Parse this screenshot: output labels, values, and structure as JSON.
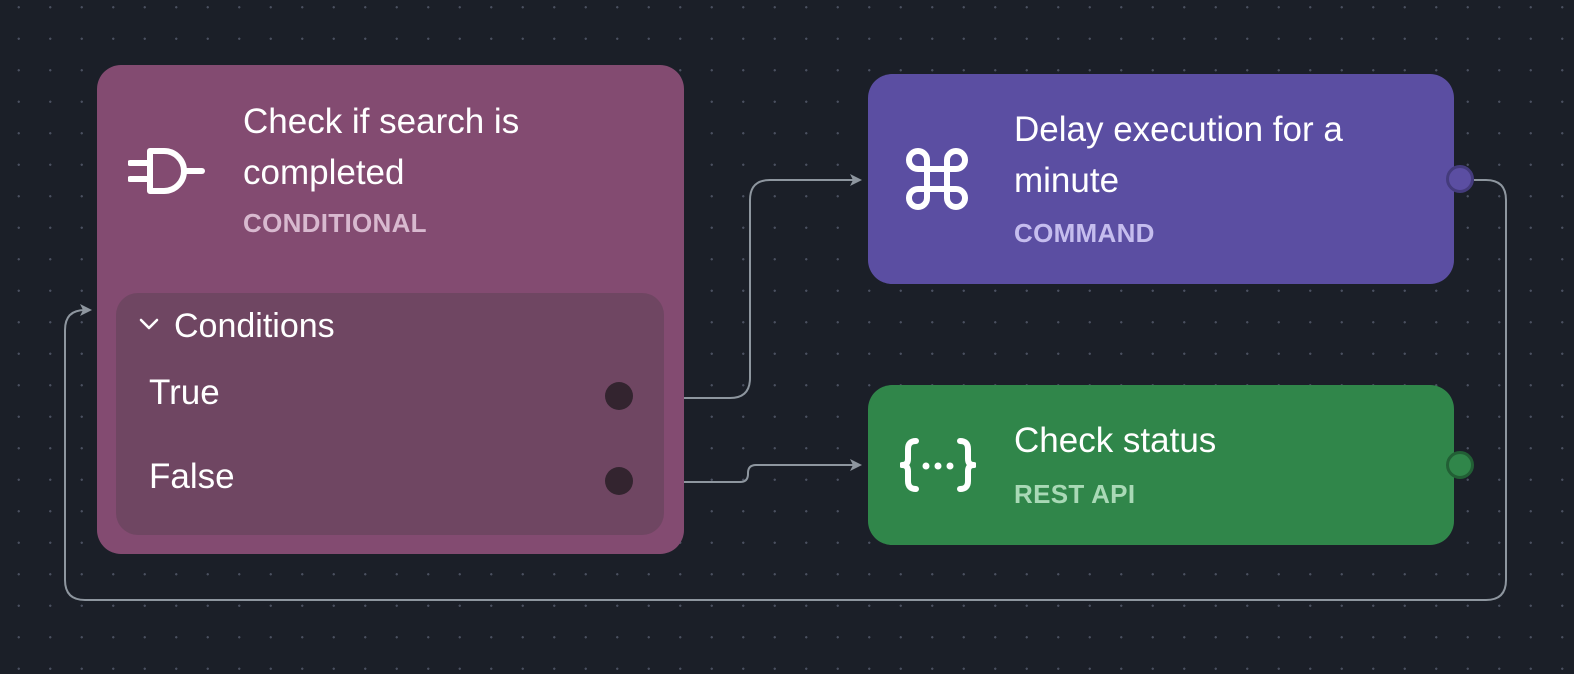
{
  "nodes": {
    "conditional": {
      "title": "Check if search is completed",
      "type": "CONDITIONAL",
      "icon": "plug-icon",
      "color": "#834b71",
      "conditions": {
        "label": "Conditions",
        "items": [
          {
            "label": "True"
          },
          {
            "label": "False"
          }
        ]
      }
    },
    "command": {
      "title": "Delay execution for a minute",
      "type": "COMMAND",
      "icon": "command-key-icon",
      "color": "#5b4ea2"
    },
    "rest_api": {
      "title": "Check status",
      "type": "REST API",
      "icon": "curly-braces-icon",
      "color": "#30864a"
    }
  },
  "edges": [
    {
      "from": "conditional.True",
      "to": "command"
    },
    {
      "from": "conditional.False",
      "to": "rest_api"
    },
    {
      "from": "command",
      "to": "conditional"
    }
  ],
  "colors": {
    "canvas": "#1b1f28",
    "edge": "#8e969f"
  }
}
